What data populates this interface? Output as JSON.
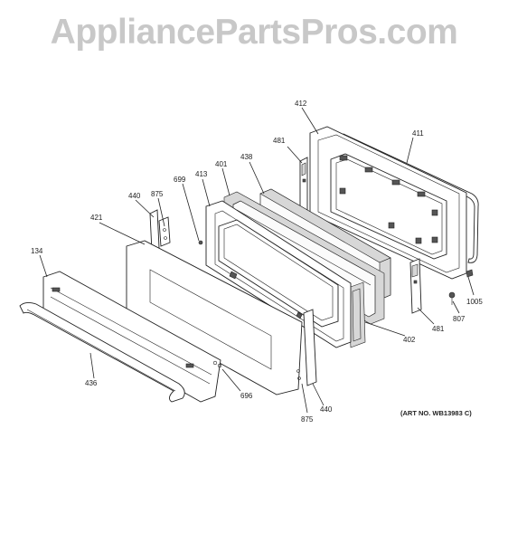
{
  "watermark": "AppliancePartsPros.com",
  "art_number": "(ART NO. WB13983 C)",
  "callouts": {
    "p412": "412",
    "p411": "411",
    "p481a": "481",
    "p438": "438",
    "p401": "401",
    "p413": "413",
    "p699": "699",
    "p440a": "440",
    "p875a": "875",
    "p421": "421",
    "p134": "134",
    "p1005": "1005",
    "p807": "807",
    "p481b": "481",
    "p402": "402",
    "p436": "436",
    "p696": "696",
    "p875b": "875",
    "p440b": "440"
  }
}
